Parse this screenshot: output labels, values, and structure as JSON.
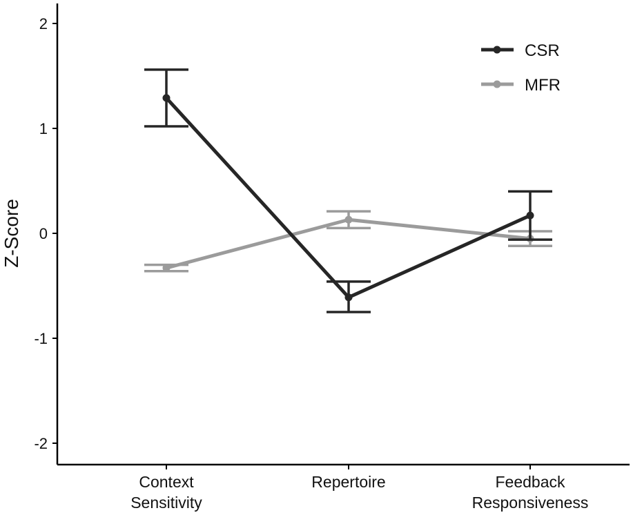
{
  "chart_data": {
    "type": "line",
    "title": "",
    "xlabel": "",
    "ylabel": "Z-Score",
    "ylim": [
      -2.2,
      2.2
    ],
    "yticks": [
      "-2",
      "-1",
      "0",
      "1",
      "2"
    ],
    "ytick_values": [
      -2,
      -1,
      0,
      1,
      2
    ],
    "categories": [
      [
        "Context",
        "Sensitivity"
      ],
      [
        "Repertoire"
      ],
      [
        "Feedback",
        "Responsiveness"
      ]
    ],
    "legend_position": "top-right",
    "grid": false,
    "error_bars": true,
    "series": [
      {
        "name": "CSR",
        "color": "#262626",
        "values": [
          1.29,
          -0.61,
          0.17
        ],
        "err_low": [
          1.02,
          -0.75,
          -0.06
        ],
        "err_high": [
          1.56,
          -0.46,
          0.4
        ]
      },
      {
        "name": "MFR",
        "color": "#9b9b9b",
        "values": [
          -0.33,
          0.13,
          -0.05
        ],
        "err_low": [
          -0.36,
          0.05,
          -0.12
        ],
        "err_high": [
          -0.3,
          0.21,
          0.02
        ]
      }
    ]
  }
}
